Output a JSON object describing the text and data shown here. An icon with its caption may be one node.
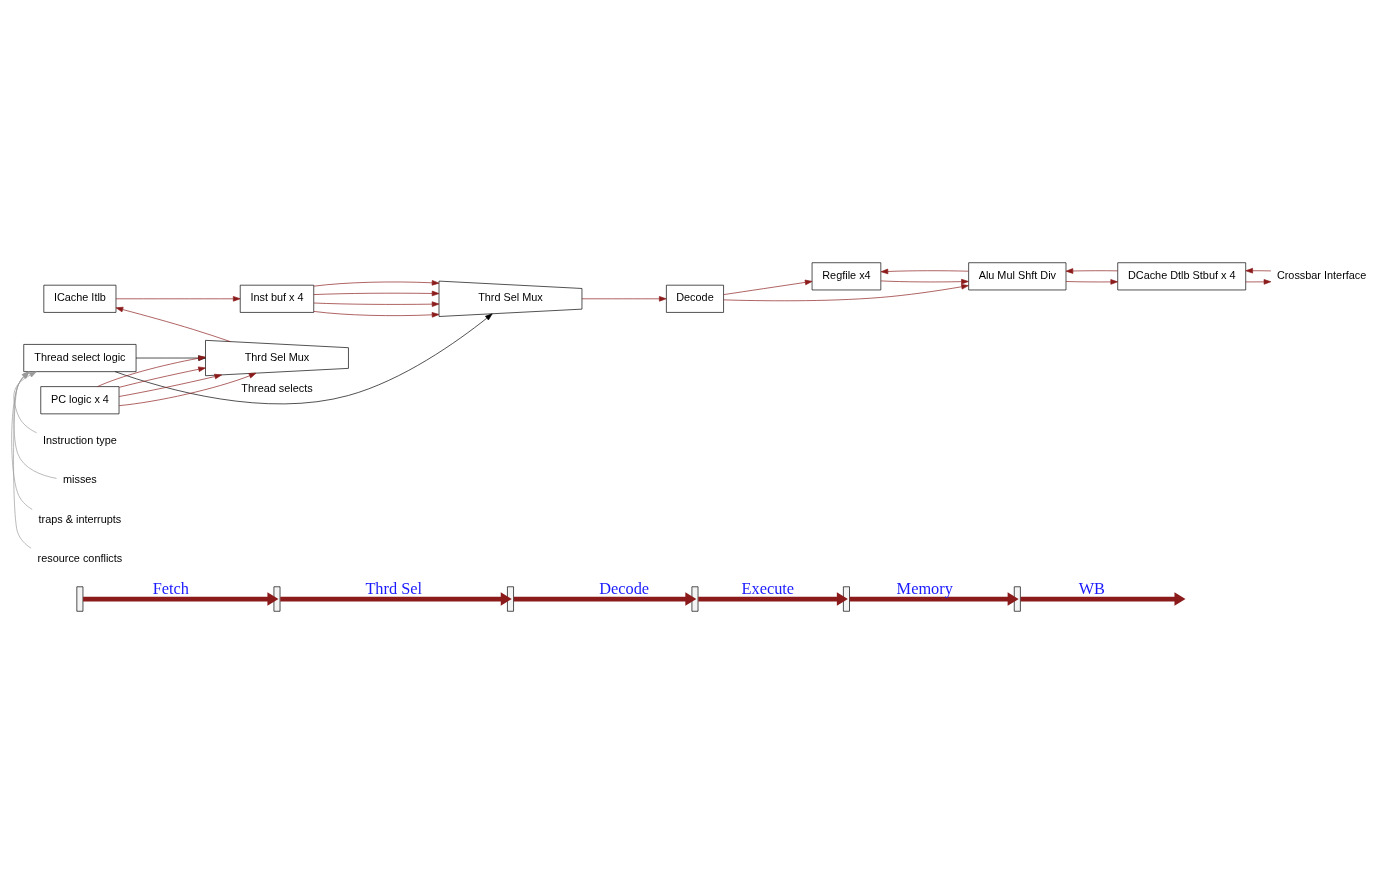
{
  "diagram": {
    "nodes": [
      {
        "text": [],
        "shape": "bar"
      },
      {
        "text": [],
        "shape": "bar"
      },
      {
        "text": [],
        "shape": "bar"
      },
      {
        "text": [],
        "shape": "bar"
      },
      {
        "text": [],
        "shape": "bar"
      },
      {
        "text": [],
        "shape": "bar"
      },
      {
        "text": [
          "ICache Itlb"
        ]
      },
      {
        "text": [
          "Inst buf x 4"
        ]
      },
      {
        "text": [
          "Thrd Sel Mux"
        ]
      },
      {
        "text": [
          "Regfile x4"
        ]
      },
      {
        "text": [
          "Decode"
        ]
      },
      {
        "text": [
          "Alu Mul Shft Div"
        ]
      },
      {
        "text": [
          "DCache Dtlb Stbuf x 4"
        ]
      },
      {
        "text": [
          "Crossbar Interface"
        ]
      },
      {
        "text": [
          "Thread select logic"
        ]
      },
      {
        "text": [
          "Instruction type"
        ]
      },
      {
        "text": [
          "misses"
        ]
      },
      {
        "text": [
          "traps & interrupts"
        ]
      },
      {
        "text": [
          "resource conflicts"
        ]
      },
      {
        "text": [
          "Thrd Sel Mux"
        ]
      },
      {
        "text": [
          "PC logic x 4"
        ]
      }
    ],
    "edges": [
      {
        "from": 0,
        "to": 1,
        "arrow": "to",
        "style": "thick",
        "label": "Fetch"
      },
      {
        "from": 1,
        "to": 2,
        "arrow": "to",
        "style": "thick",
        "label": "Thrd Sel"
      },
      {
        "from": 2,
        "to": 3,
        "arrow": "to",
        "style": "thick",
        "label": "Decode"
      },
      {
        "from": 3,
        "to": 4,
        "arrow": "to",
        "style": "thick",
        "label": "Execute"
      },
      {
        "from": 4,
        "to": 5,
        "arrow": "to",
        "style": "thick",
        "label": "Memory"
      },
      {
        "from": 5,
        "to": null,
        "arrow": "to",
        "style": "thick",
        "label": "WB"
      },
      {
        "from": 6,
        "to": 7,
        "arrow": "to"
      },
      {
        "from": 7,
        "to": 8,
        "arrow": "to"
      },
      {
        "from": 7,
        "to": 8,
        "arrow": "to"
      },
      {
        "from": 7,
        "to": 8,
        "arrow": "to"
      },
      {
        "from": 7,
        "to": 8,
        "arrow": "to"
      },
      {
        "from": 8,
        "to": 10,
        "arrow": "to"
      },
      {
        "from": 10,
        "to": 9,
        "arrow": "to"
      },
      {
        "from": 9,
        "to": 11,
        "arrow": "to"
      },
      {
        "from": 11,
        "to": 9,
        "arrow": "to"
      },
      {
        "from": 10,
        "to": 11,
        "arrow": "to"
      },
      {
        "from": 11,
        "to": 12,
        "arrow": "to"
      },
      {
        "from": 12,
        "to": 11,
        "arrow": "to"
      },
      {
        "from": 12,
        "to": 13,
        "arrow": "to"
      },
      {
        "from": 13,
        "to": 12,
        "arrow": "to"
      },
      {
        "from": 14,
        "to": 8,
        "arrow": "to",
        "label": "Thread selects",
        "color": "#000000"
      },
      {
        "from": 14,
        "to": 19,
        "arrow": "to",
        "color": "#000000"
      },
      {
        "from": 15,
        "to": 14,
        "arrow": "to",
        "color": "#999999"
      },
      {
        "from": 16,
        "to": 14,
        "arrow": "to",
        "color": "#999999"
      },
      {
        "from": 17,
        "to": 14,
        "arrow": "to",
        "color": "#999999"
      },
      {
        "from": 18,
        "to": 14,
        "arrow": "to",
        "color": "#999999"
      },
      {
        "from": 20,
        "to": 19,
        "arrow": "to"
      },
      {
        "from": 20,
        "to": 19,
        "arrow": "to"
      },
      {
        "from": 20,
        "to": 19,
        "arrow": "to"
      },
      {
        "from": 20,
        "to": 19,
        "arrow": "to"
      },
      {
        "from": 19,
        "to": 6,
        "arrow": "to"
      }
    ]
  }
}
